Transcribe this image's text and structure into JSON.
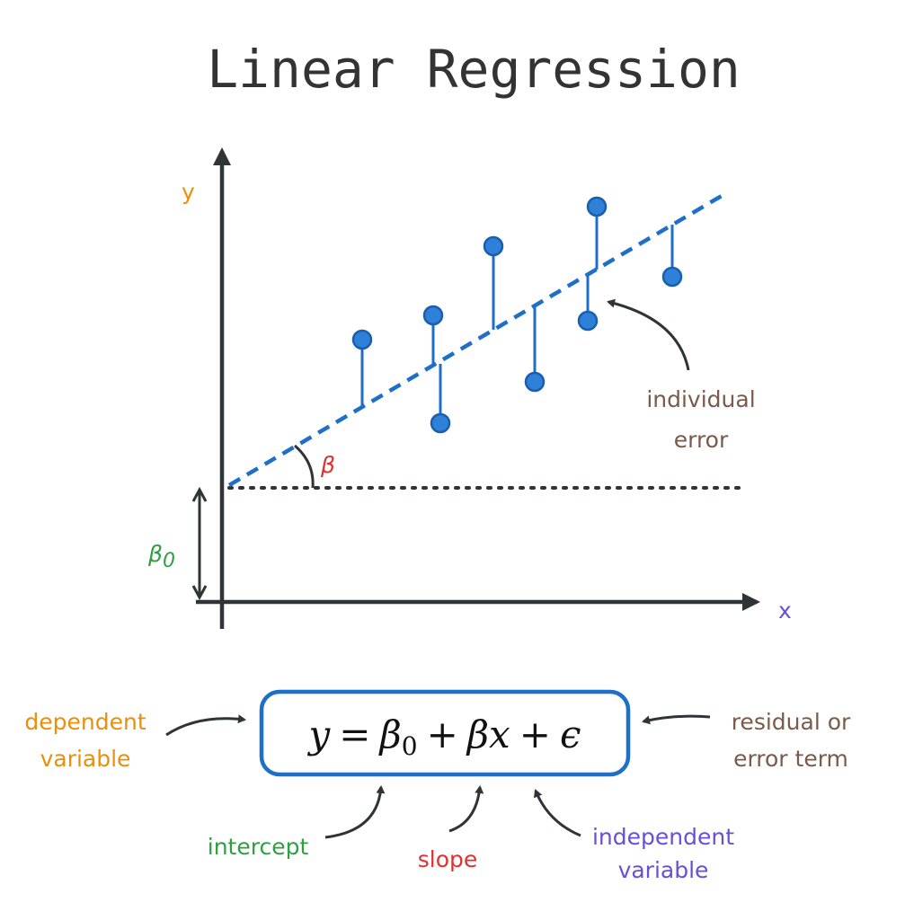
{
  "title": "Linear Regression",
  "axes": {
    "y_label": "y",
    "x_label": "x"
  },
  "annotations": {
    "beta": "β",
    "beta0": "β",
    "beta0_sub": "0",
    "individual_error": [
      "individual",
      "error"
    ]
  },
  "equation": {
    "y": "y",
    "eq": "=",
    "b": "β",
    "sub": "0",
    "plus1": "+",
    "bx": "βx",
    "plus2": "+",
    "eps": "ϵ"
  },
  "labels": {
    "dependent": [
      "dependent",
      "variable"
    ],
    "residual": [
      "residual or",
      "error term"
    ],
    "intercept": "intercept",
    "slope": "slope",
    "independent": [
      "independent",
      "variable"
    ]
  },
  "colors": {
    "axis": "#2f3437",
    "line": "#1e6fc8",
    "point": "#2f80d8",
    "orange": "#e8900c",
    "purple": "#6a4fd6",
    "green": "#2ea043",
    "red": "#e03131",
    "brown": "#7a5a4a"
  }
}
